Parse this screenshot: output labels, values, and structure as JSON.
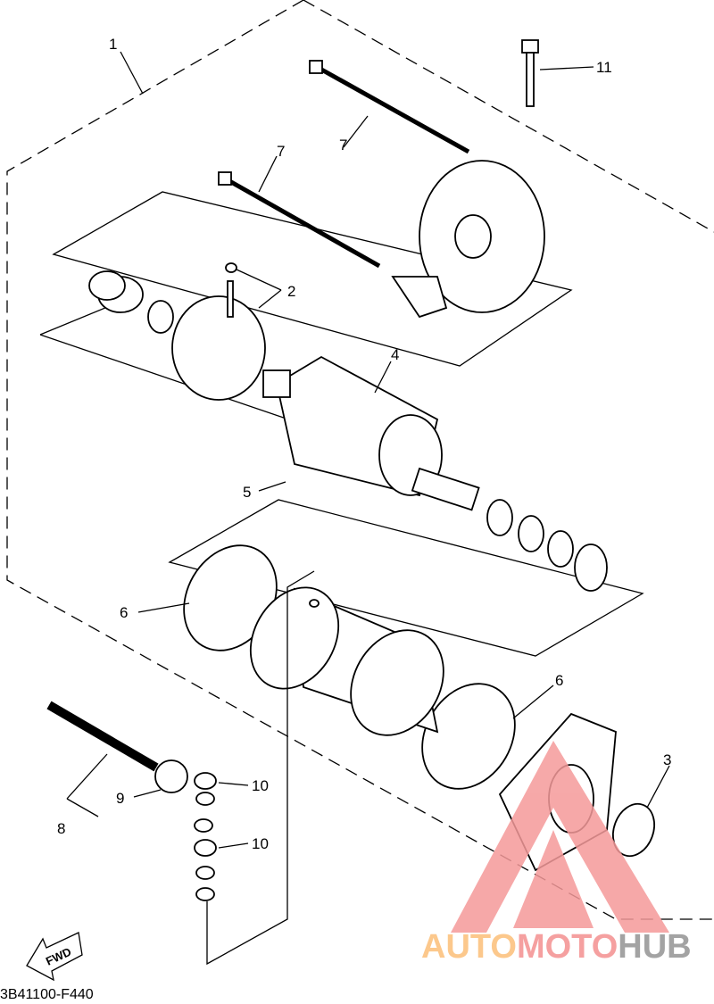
{
  "diagram": {
    "callouts": {
      "c1": "1",
      "c2": "2",
      "c3": "3",
      "c4": "4",
      "c5": "5",
      "c6a": "6",
      "c6b": "6",
      "c7a": "7",
      "c7b": "7",
      "c8": "8",
      "c9": "9",
      "c10a": "10",
      "c10b": "10",
      "c11": "11"
    },
    "fwd_label": "FWD",
    "drawing_code": "3B41100-F440"
  },
  "watermark": {
    "part1": "AUTO",
    "part2": "MOTO",
    "part3": "HUB",
    "colors": {
      "auto": "#fcc88c",
      "moto": "#f5a0a0",
      "hub": "#a3a3a3",
      "triangle": "#f59a9a"
    }
  }
}
